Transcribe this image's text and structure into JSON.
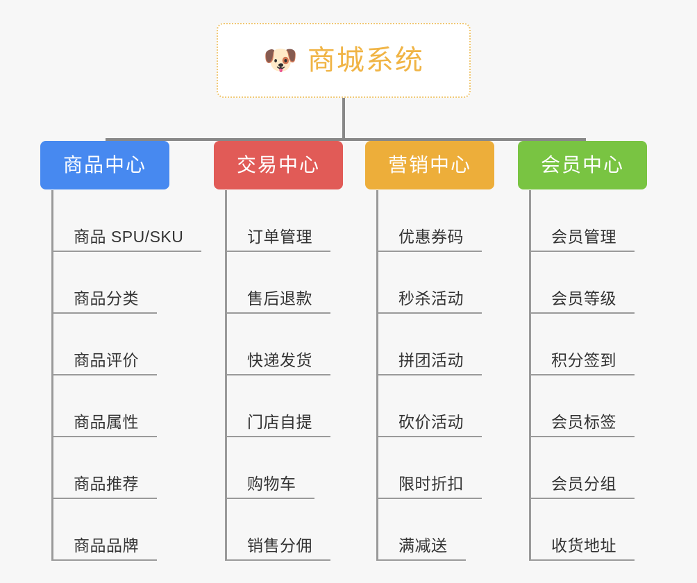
{
  "root": {
    "icon": "dog-face-icon",
    "icon_glyph": "🐶",
    "title": "商城系统",
    "title_color": "#f0b445",
    "border_color": "#f0c874",
    "background": "#ffffff"
  },
  "canvas": {
    "background": "#f7f7f7",
    "connector_color": "#888888",
    "leaf_line_color": "#9a9a9a",
    "leaf_text_color": "#333333"
  },
  "columns": [
    {
      "id": "product-center",
      "label": "商品中心",
      "color": "#4789f0",
      "items": [
        "商品 SPU/SKU",
        "商品分类",
        "商品评价",
        "商品属性",
        "商品推荐",
        "商品品牌"
      ]
    },
    {
      "id": "trade-center",
      "label": "交易中心",
      "color": "#e15b57",
      "items": [
        "订单管理",
        "售后退款",
        "快递发货",
        "门店自提",
        "购物车",
        "销售分佣"
      ]
    },
    {
      "id": "marketing-center",
      "label": "营销中心",
      "color": "#edae3a",
      "items": [
        "优惠券码",
        "秒杀活动",
        "拼团活动",
        "砍价活动",
        "限时折扣",
        "满减送"
      ]
    },
    {
      "id": "member-center",
      "label": "会员中心",
      "color": "#79c442",
      "items": [
        "会员管理",
        "会员等级",
        "积分签到",
        "会员标签",
        "会员分组",
        "收货地址"
      ]
    }
  ]
}
